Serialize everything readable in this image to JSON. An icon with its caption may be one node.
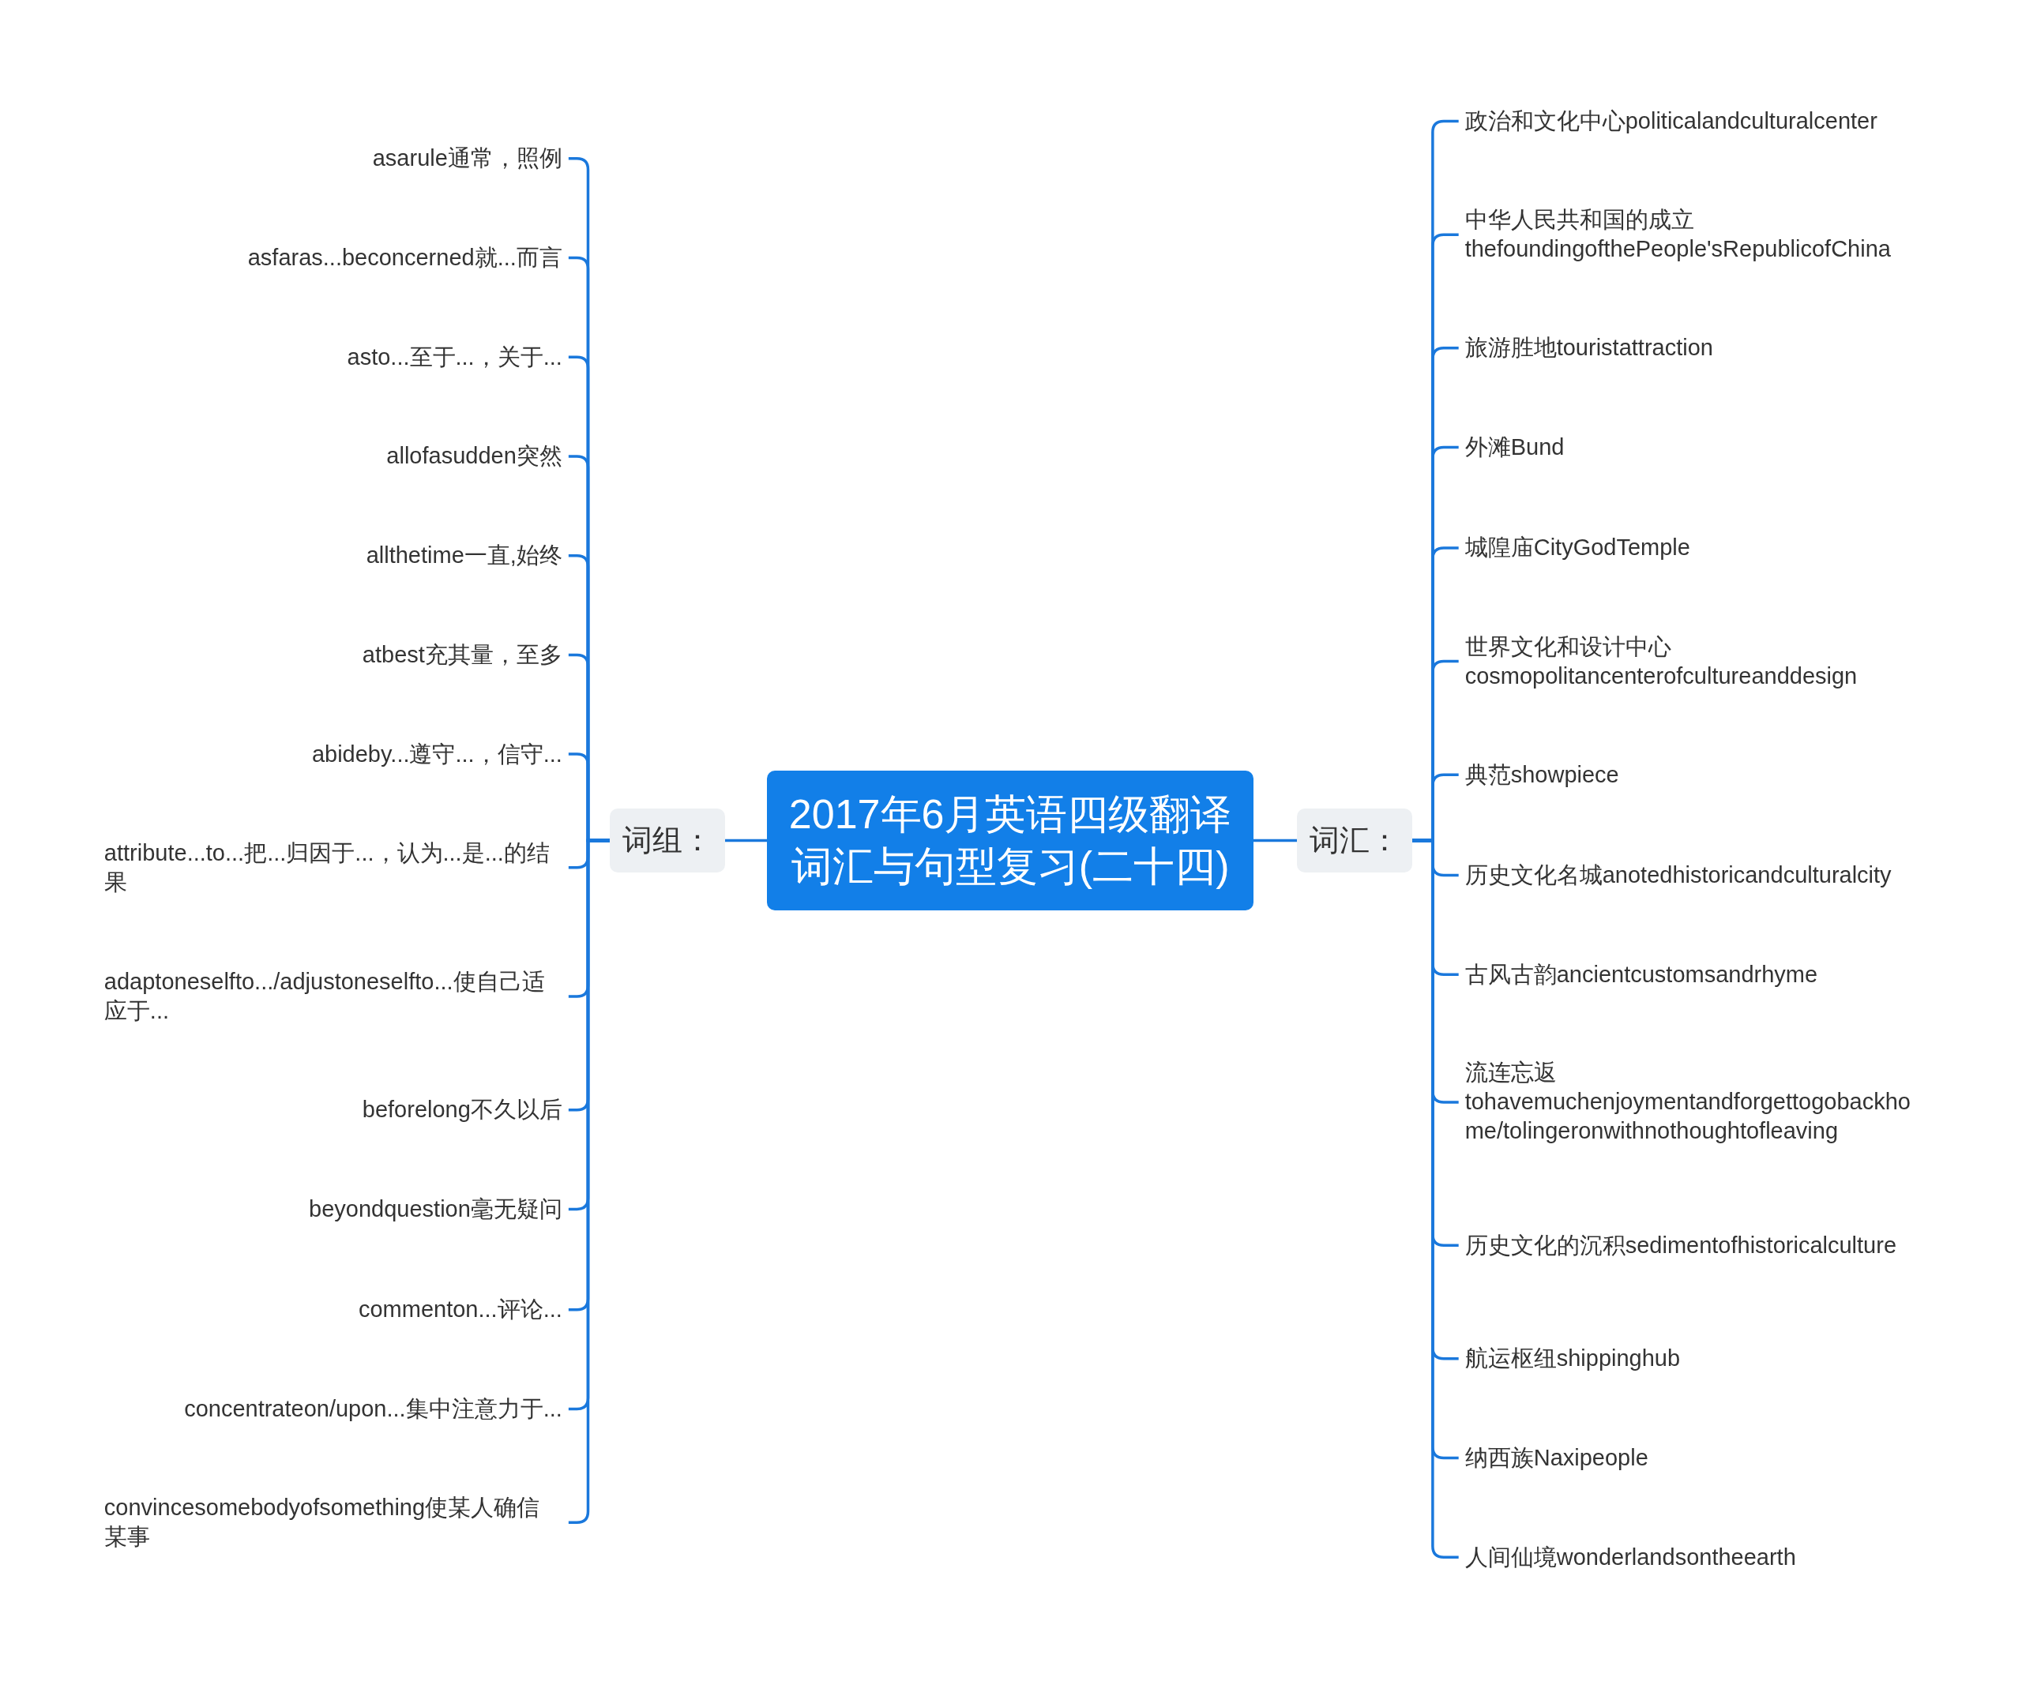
{
  "diagram": {
    "nodes": [
      {
        "text": [
          "2017年6月英语四级翻译词汇与句型复习(二十四)"
        ]
      },
      {
        "text": [
          "词组："
        ]
      },
      {
        "text": [
          "asarule通常，照例"
        ]
      },
      {
        "text": [
          "asfaras...beconcerned就...而言"
        ]
      },
      {
        "text": [
          "asto...至于...，关于..."
        ]
      },
      {
        "text": [
          "allofasudden突然"
        ]
      },
      {
        "text": [
          "allthetime一直,始终"
        ]
      },
      {
        "text": [
          "atbest充其量，至多"
        ]
      },
      {
        "text": [
          "abideby...遵守...，信守..."
        ]
      },
      {
        "text": [
          "attribute...to...把...归因于...，认为...是...的结果"
        ]
      },
      {
        "text": [
          "adaptoneselfto.../adjustoneselfto...使自己适应于..."
        ]
      },
      {
        "text": [
          "beforelong不久以后"
        ]
      },
      {
        "text": [
          "beyondquestion毫无疑问"
        ]
      },
      {
        "text": [
          "commenton...评论..."
        ]
      },
      {
        "text": [
          "concentrateon/upon...集中注意力于..."
        ]
      },
      {
        "text": [
          "convincesomebodyofsomething使某人确信某事"
        ]
      },
      {
        "text": [
          "词汇："
        ]
      },
      {
        "text": [
          "政治和文化中心politicalandculturalcenter"
        ]
      },
      {
        "text": [
          "中华人民共和国的成立thefoundingofthePeople'sRepublicofChina"
        ]
      },
      {
        "text": [
          "旅游胜地touristattraction"
        ]
      },
      {
        "text": [
          "外滩Bund"
        ]
      },
      {
        "text": [
          "城隍庙CityGodTemple"
        ]
      },
      {
        "text": [
          "世界文化和设计中心cosmopolitancenterofcultureanddesign"
        ]
      },
      {
        "text": [
          "典范showpiece"
        ]
      },
      {
        "text": [
          "历史文化名城anotedhistoricandculturalcity"
        ]
      },
      {
        "text": [
          "古风古韵ancientcustomsandrhyme"
        ]
      },
      {
        "text": [
          "流连忘返tohavemuchenjoymentandforgettogobackhome/tolingeronwithnothoughtofleaving"
        ]
      },
      {
        "text": [
          "历史文化的沉积sedimentofhistoricalculture"
        ]
      },
      {
        "text": [
          "航运枢纽shippinghub"
        ]
      },
      {
        "text": [
          "纳西族Naxipeople"
        ]
      },
      {
        "text": [
          "人间仙境wonderlandsontheearth"
        ]
      }
    ],
    "edges": [
      {
        "from": 0,
        "to": 1,
        "arrow": "none"
      },
      {
        "from": 1,
        "to": 2,
        "arrow": "none"
      },
      {
        "from": 1,
        "to": 3,
        "arrow": "none"
      },
      {
        "from": 1,
        "to": 4,
        "arrow": "none"
      },
      {
        "from": 1,
        "to": 5,
        "arrow": "none"
      },
      {
        "from": 1,
        "to": 6,
        "arrow": "none"
      },
      {
        "from": 1,
        "to": 7,
        "arrow": "none"
      },
      {
        "from": 1,
        "to": 8,
        "arrow": "none"
      },
      {
        "from": 1,
        "to": 9,
        "arrow": "none"
      },
      {
        "from": 1,
        "to": 10,
        "arrow": "none"
      },
      {
        "from": 1,
        "to": 11,
        "arrow": "none"
      },
      {
        "from": 1,
        "to": 12,
        "arrow": "none"
      },
      {
        "from": 1,
        "to": 13,
        "arrow": "none"
      },
      {
        "from": 1,
        "to": 14,
        "arrow": "none"
      },
      {
        "from": 1,
        "to": 15,
        "arrow": "none"
      },
      {
        "from": 0,
        "to": 16,
        "arrow": "none"
      },
      {
        "from": 16,
        "to": 17,
        "arrow": "none"
      },
      {
        "from": 16,
        "to": 18,
        "arrow": "none"
      },
      {
        "from": 16,
        "to": 19,
        "arrow": "none"
      },
      {
        "from": 16,
        "to": 20,
        "arrow": "none"
      },
      {
        "from": 16,
        "to": 21,
        "arrow": "none"
      },
      {
        "from": 16,
        "to": 22,
        "arrow": "none"
      },
      {
        "from": 16,
        "to": 23,
        "arrow": "none"
      },
      {
        "from": 16,
        "to": 24,
        "arrow": "none"
      },
      {
        "from": 16,
        "to": 25,
        "arrow": "none"
      },
      {
        "from": 16,
        "to": 26,
        "arrow": "none"
      },
      {
        "from": 16,
        "to": 27,
        "arrow": "none"
      },
      {
        "from": 16,
        "to": 28,
        "arrow": "none"
      },
      {
        "from": 16,
        "to": 29,
        "arrow": "none"
      },
      {
        "from": 16,
        "to": 30,
        "arrow": "none"
      }
    ]
  }
}
